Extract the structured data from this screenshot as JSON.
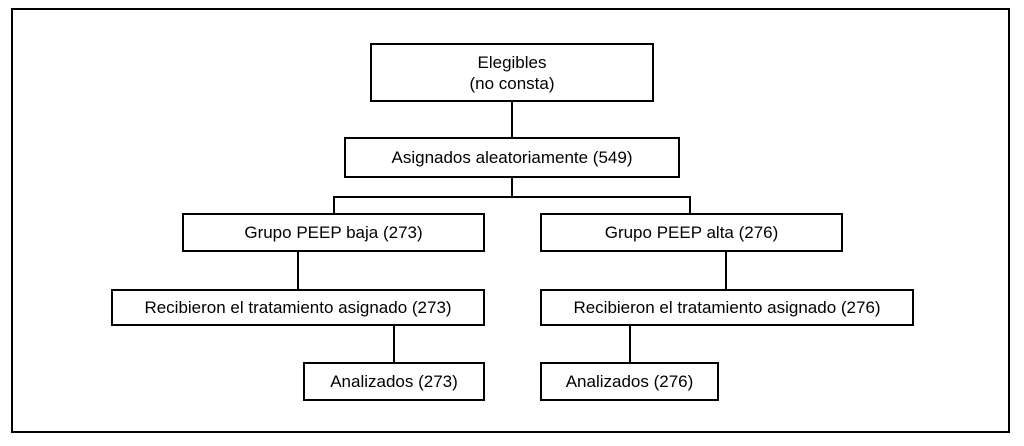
{
  "eligible": {
    "line1": "Elegibles",
    "line2": "(no consta)"
  },
  "randomized": "Asignados aleatoriamente (549)",
  "low_peep": {
    "group": "Grupo PEEP baja (273)",
    "received": "Recibieron el tratamiento asignado (273)",
    "analyzed": "Analizados (273)"
  },
  "high_peep": {
    "group": "Grupo PEEP alta (276)",
    "received": "Recibieron el tratamiento asignado (276)",
    "analyzed": "Analizados (276)"
  }
}
